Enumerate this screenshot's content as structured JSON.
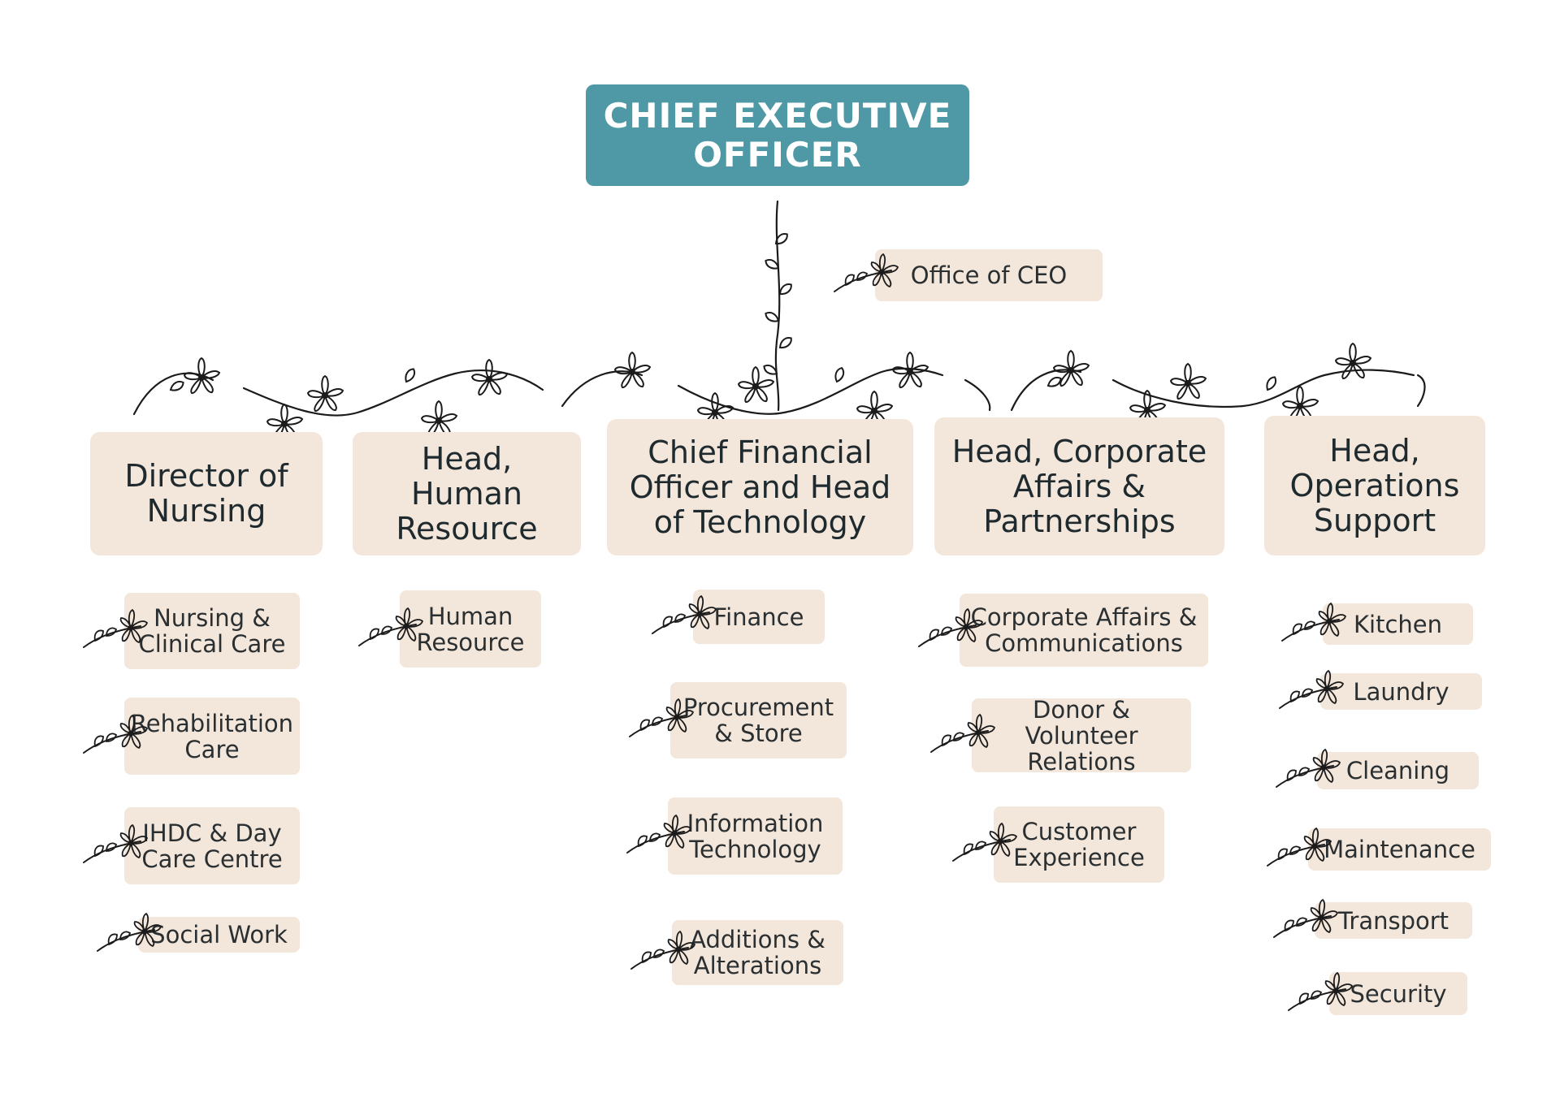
{
  "ceo": {
    "title": "CHIEF EXECUTIVE\nOFFICER"
  },
  "office": {
    "label": "Office of CEO"
  },
  "departments": [
    {
      "head": "Director of\nNursing",
      "units": [
        "Nursing &\nClinical Care",
        "Rehabilitation\nCare",
        "IHDC & Day\nCare Centre",
        "Social Work"
      ]
    },
    {
      "head": "Head, Human\nResource",
      "units": [
        "Human\nResource"
      ]
    },
    {
      "head": "Chief Financial\nOfficer and Head\nof Technology",
      "units": [
        "Finance",
        "Procurement\n& Store",
        "Information\nTechnology",
        "Additions &\nAlterations"
      ]
    },
    {
      "head": "Head, Corporate\nAffairs &\nPartnerships",
      "units": [
        "Corporate Affairs &\nCommunications",
        "Donor & Volunteer\nRelations",
        "Customer\nExperience"
      ]
    },
    {
      "head": "Head,\nOperations\nSupport",
      "units": [
        "Kitchen",
        "Laundry",
        "Cleaning",
        "Maintenance",
        "Transport",
        "Security"
      ]
    }
  ],
  "colors": {
    "ceo_fill": "#4f98a5",
    "box_fill": "#f3e6db",
    "ink": "#1f2a2e"
  },
  "icons": {
    "connector": "flower-vine",
    "bullet": "flower-sprig"
  }
}
